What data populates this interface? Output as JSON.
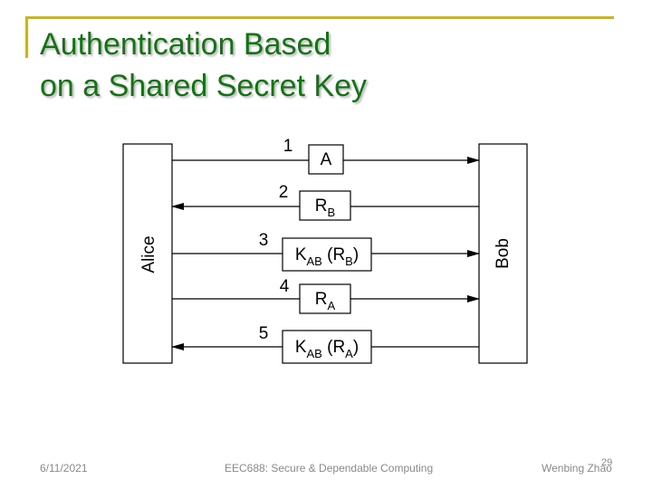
{
  "slide": {
    "title_line1": "Authentication Based",
    "title_line2": "on a Shared Secret Key",
    "colors": {
      "title": "#157315",
      "frame": "#c6b23a",
      "footer": "#8a8a8a"
    }
  },
  "diagram": {
    "left_party": "Alice",
    "right_party": "Bob",
    "messages": [
      {
        "step": "1",
        "direction": "alice-to-bob",
        "main": "A",
        "sub": "",
        "suffix_main": "",
        "suffix_sub": "",
        "suffix_end": ""
      },
      {
        "step": "2",
        "direction": "bob-to-alice",
        "main": "R",
        "sub": "B",
        "suffix_main": "",
        "suffix_sub": "",
        "suffix_end": ""
      },
      {
        "step": "3",
        "direction": "alice-to-bob",
        "main": "K",
        "sub": "AB",
        "suffix_main": " (R",
        "suffix_sub": "B",
        "suffix_end": ")"
      },
      {
        "step": "4",
        "direction": "alice-to-bob",
        "main": "R",
        "sub": "A",
        "suffix_main": "",
        "suffix_sub": "",
        "suffix_end": ""
      },
      {
        "step": "5",
        "direction": "bob-to-alice",
        "main": "K",
        "sub": "AB",
        "suffix_main": " (R",
        "suffix_sub": "A",
        "suffix_end": ")"
      }
    ]
  },
  "footer": {
    "date": "6/11/2021",
    "course": "EEC688: Secure & Dependable Computing",
    "author": "Wenbing Zhao",
    "page": "29"
  }
}
